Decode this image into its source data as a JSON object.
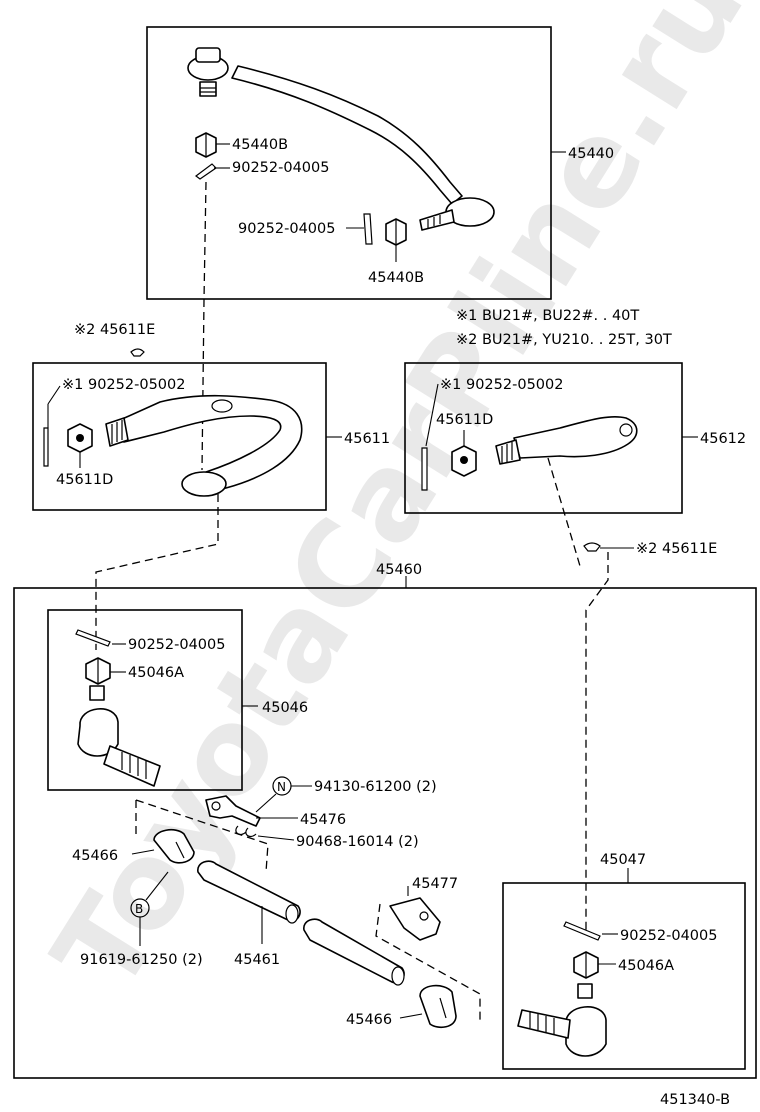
{
  "watermark": "ToyotaCarPline.ru",
  "notes": [
    "※1 BU21#, BU22#. . 40T",
    "※2 BU21#, YU210. . 25T, 30T"
  ],
  "diagram_code": "451340-B",
  "boxes": {
    "b45440": "45440",
    "b45611": "45611",
    "b45612": "45612",
    "b45460": "45460",
    "b45046": "45046",
    "b45047": "45047"
  },
  "parts": {
    "p45440B_top": "45440B",
    "p90252_top": "90252-04005",
    "p90252_mid": "90252-04005",
    "p45440B_bot": "45440B",
    "p45611E_left": "※2 45611E",
    "p90252_05002_l": "※1 90252-05002",
    "p45611D_l": "45611D",
    "p90252_05002_r": "※1  90252-05002",
    "p45611D_r": "45611D",
    "p45611E_right": "※2 45611E",
    "p90252_046": "90252-04005",
    "p45046A_046": "45046A",
    "p94130": "94130-61200 (2)",
    "p45476": "45476",
    "p90468": "90468-16014 (2)",
    "p45466_l": "45466",
    "p91619": "91619-61250 (2)",
    "p45461": "45461",
    "p45477": "45477",
    "p45466_r": "45466",
    "p90252_047": "90252-04005",
    "p45046A_047": "45046A"
  },
  "circle_marks": {
    "n": "N",
    "b": "B"
  }
}
